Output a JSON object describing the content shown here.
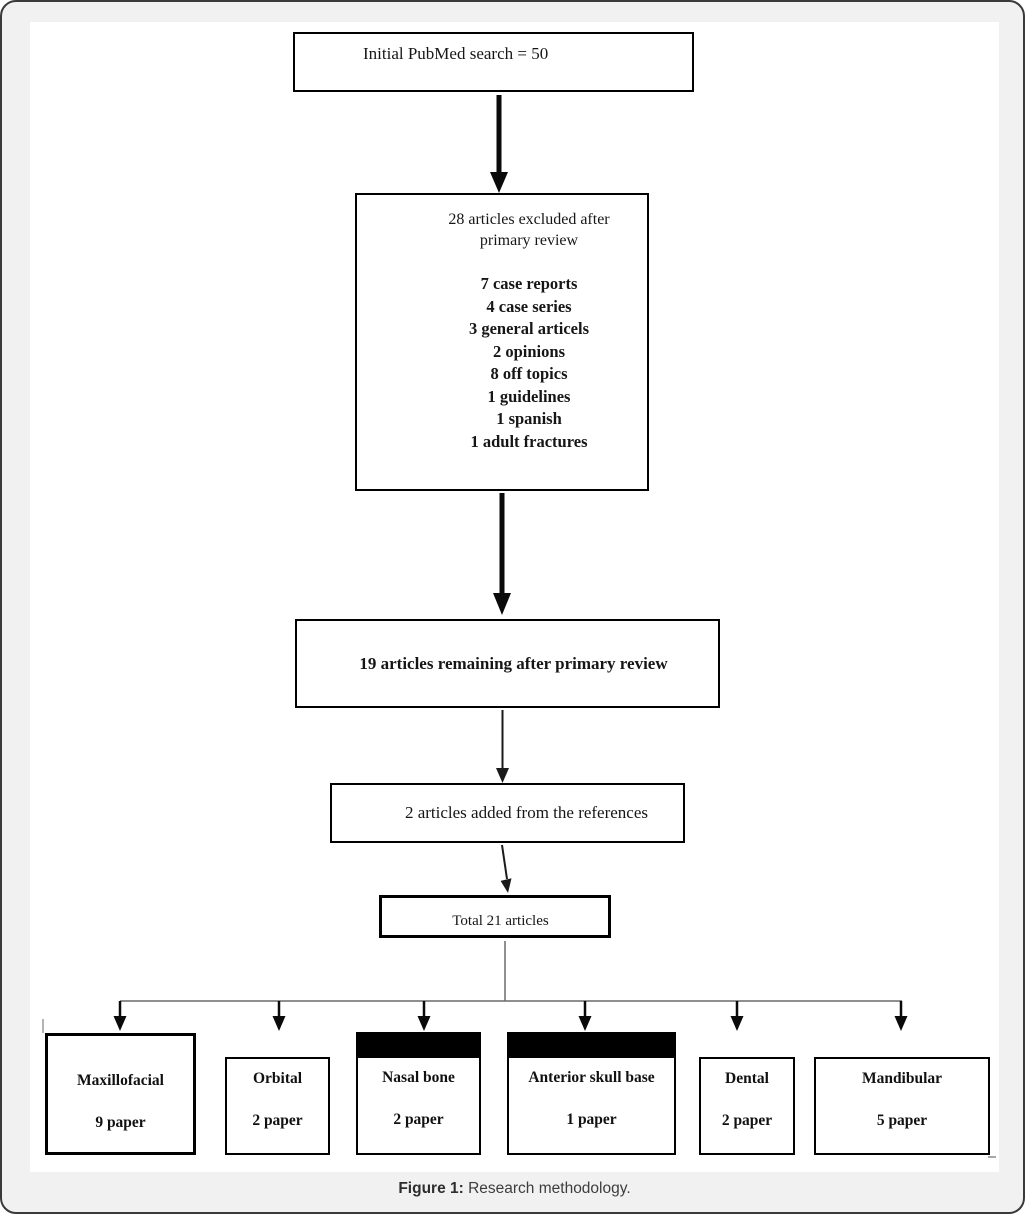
{
  "figure": {
    "caption_label": "Figure 1:",
    "caption_text": " Research methodology."
  },
  "flow": {
    "initial_box": "Initial PubMed search = 50",
    "excluded_box": {
      "header_line1": "28 articles excluded after",
      "header_line2": "primary review",
      "items": [
        "7 case reports",
        "4 case series",
        "3 general articels",
        "2 opinions",
        "8 off topics",
        "1 guidelines",
        "1 spanish",
        "1 adult fractures"
      ]
    },
    "remaining_box": "19 articles remaining after primary review",
    "added_box": "2 articles added from the references",
    "total_box": "Total 21 articles",
    "categories": [
      {
        "name": "Maxillofacial",
        "count": "9 paper",
        "highlighted": false
      },
      {
        "name": "Orbital",
        "count": "2 paper",
        "highlighted": false
      },
      {
        "name": "Nasal bone",
        "count": "2 paper",
        "highlighted": true
      },
      {
        "name": "Anterior skull base",
        "count": "1 paper",
        "highlighted": true
      },
      {
        "name": "Dental",
        "count": "2 paper",
        "highlighted": false
      },
      {
        "name": "Mandibular",
        "count": "5 paper",
        "highlighted": false
      }
    ]
  },
  "colors": {
    "box_border": "#000000",
    "highlight_bar": "#000000",
    "connector_gray": "#6a6a6a",
    "arrow_black": "#0a0a0a",
    "caption_text": "#3d3d3d",
    "page_background": "#f1f1f2",
    "panel_background": "#ffffff"
  }
}
